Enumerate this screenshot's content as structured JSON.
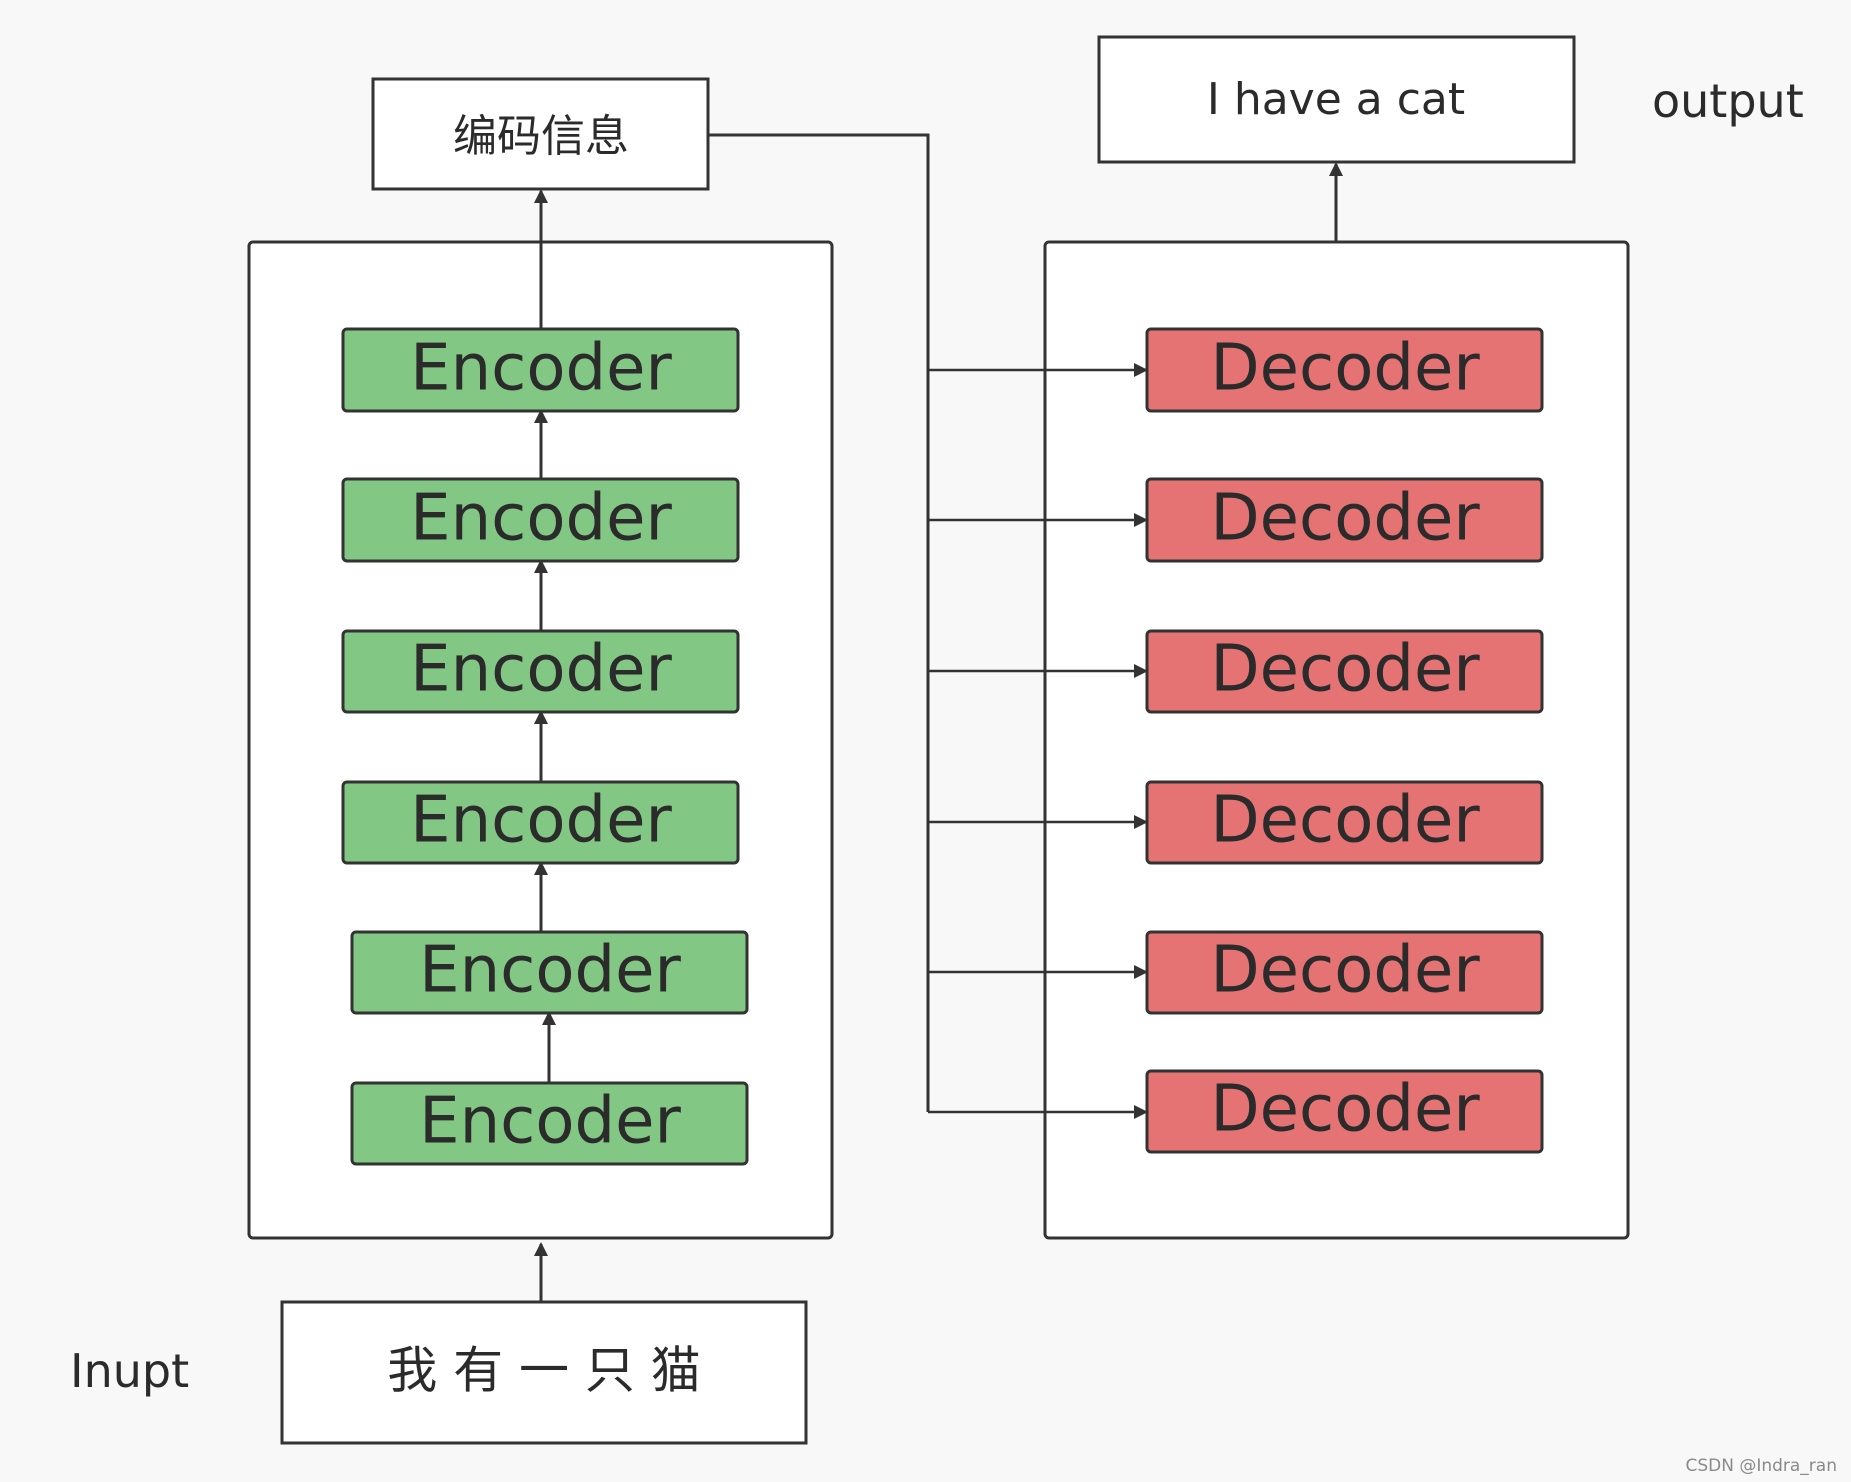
{
  "input": {
    "label": "Inupt",
    "text": "我 有 一 只 猫"
  },
  "encoded_box": {
    "text": "编码信息"
  },
  "output": {
    "label": "output",
    "text": "I have a cat"
  },
  "encoders": [
    {
      "label": "Encoder"
    },
    {
      "label": "Encoder"
    },
    {
      "label": "Encoder"
    },
    {
      "label": "Encoder"
    },
    {
      "label": "Encoder"
    },
    {
      "label": "Encoder"
    }
  ],
  "decoders": [
    {
      "label": "Decoder"
    },
    {
      "label": "Decoder"
    },
    {
      "label": "Decoder"
    },
    {
      "label": "Decoder"
    },
    {
      "label": "Decoder"
    },
    {
      "label": "Decoder"
    }
  ],
  "colors": {
    "encoder_fill": "#82c884",
    "decoder_fill": "#e57373",
    "stroke": "#333333",
    "container_fill": "#ffffff",
    "background": "#f8f8f8"
  },
  "watermark": "CSDN @Indra_ran"
}
